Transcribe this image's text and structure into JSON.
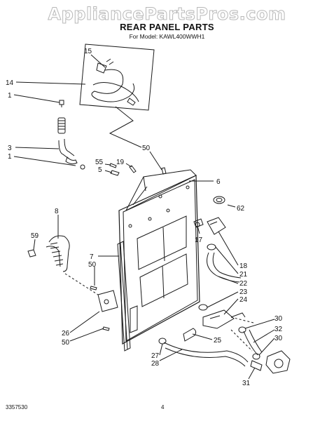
{
  "header": {
    "watermark": "AppliancePartsPros.com",
    "title": "REAR PANEL PARTS",
    "subtitle": "For Model: KAWL400WWH1"
  },
  "footer": {
    "code": "3357530",
    "page": "4"
  },
  "callouts": [
    {
      "id": "c15",
      "text": "15"
    },
    {
      "id": "c14",
      "text": "14"
    },
    {
      "id": "c1a",
      "text": "1"
    },
    {
      "id": "c3",
      "text": "3"
    },
    {
      "id": "c1b",
      "text": "1"
    },
    {
      "id": "c50a",
      "text": "50"
    },
    {
      "id": "c55",
      "text": "55"
    },
    {
      "id": "c5",
      "text": "5"
    },
    {
      "id": "c19",
      "text": "19"
    },
    {
      "id": "c6",
      "text": "6"
    },
    {
      "id": "c62",
      "text": "62"
    },
    {
      "id": "c8",
      "text": "8"
    },
    {
      "id": "c59",
      "text": "59"
    },
    {
      "id": "c17",
      "text": "17"
    },
    {
      "id": "c7",
      "text": "7"
    },
    {
      "id": "c50b",
      "text": "50"
    },
    {
      "id": "c18",
      "text": "18"
    },
    {
      "id": "c21",
      "text": "21"
    },
    {
      "id": "c22",
      "text": "22"
    },
    {
      "id": "c23",
      "text": "23"
    },
    {
      "id": "c24",
      "text": "24"
    },
    {
      "id": "c26",
      "text": "26"
    },
    {
      "id": "c50c",
      "text": "50"
    },
    {
      "id": "c30a",
      "text": "30"
    },
    {
      "id": "c32",
      "text": "32"
    },
    {
      "id": "c30b",
      "text": "30"
    },
    {
      "id": "c25",
      "text": "25"
    },
    {
      "id": "c27",
      "text": "27"
    },
    {
      "id": "c28",
      "text": "28"
    },
    {
      "id": "c31",
      "text": "31"
    }
  ]
}
